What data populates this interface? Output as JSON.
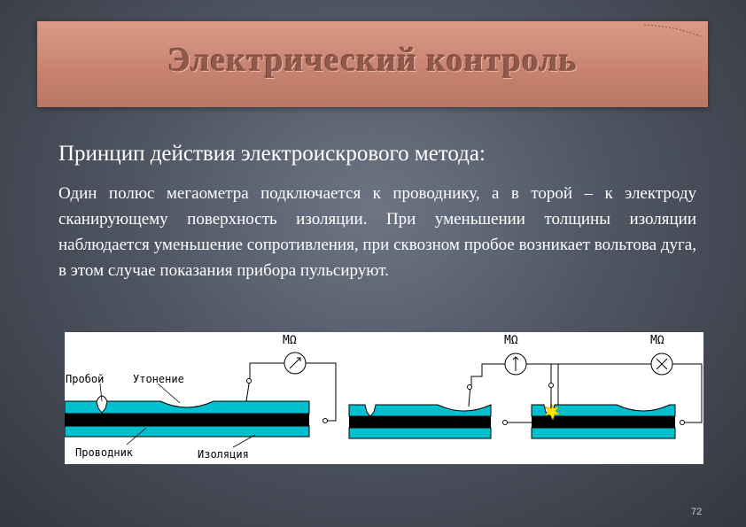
{
  "title": "Электрический контроль",
  "subtitle": "Принцип действия электроискрового метода:",
  "paragraph": "Один полюс мегаометра подключается к проводнику, а в торой – к электроду сканирующему поверхность изоляции. При уменьшении толщины изоляции наблюдается уменьшение сопротивления, при сквозном пробое возникает вольтова дуга, в этом случае показания прибора пульсируют.",
  "diagram": {
    "meter_label": "MΩ",
    "label_breakdown": "Пробой",
    "label_thinning": "Утонение",
    "label_conductor": "Проводник",
    "label_insulation": "Изоляция"
  },
  "page_number": "72",
  "colors": {
    "insulation": "#00c0d0",
    "conductor": "#000000",
    "title_bar": "#c88471"
  }
}
